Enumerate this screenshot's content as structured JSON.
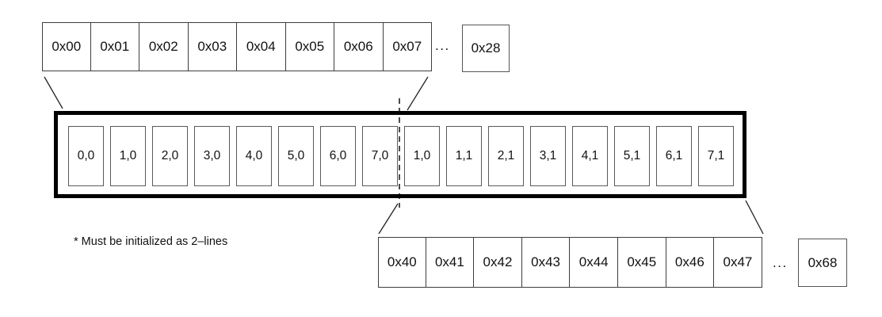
{
  "diagram": {
    "top_row": {
      "cells": [
        "0x00",
        "0x01",
        "0x02",
        "0x03",
        "0x04",
        "0x05",
        "0x06",
        "0x07"
      ],
      "ellipsis": "...",
      "last_cell": "0x28"
    },
    "buffer": {
      "cells": [
        "0,0",
        "1,0",
        "2,0",
        "3,0",
        "4,0",
        "5,0",
        "6,0",
        "7,0",
        "1,0",
        "1,1",
        "2,1",
        "3,1",
        "4,1",
        "5,1",
        "6,1",
        "7,1"
      ]
    },
    "bottom_row": {
      "cells": [
        "0x40",
        "0x41",
        "0x42",
        "0x43",
        "0x44",
        "0x45",
        "0x46",
        "0x47"
      ],
      "ellipsis": "...",
      "last_cell": "0x68"
    },
    "footnote": "* Must be initialized as 2–lines",
    "colors": {
      "line": "#000000",
      "cell_border": "#555555",
      "background": "#ffffff"
    }
  }
}
